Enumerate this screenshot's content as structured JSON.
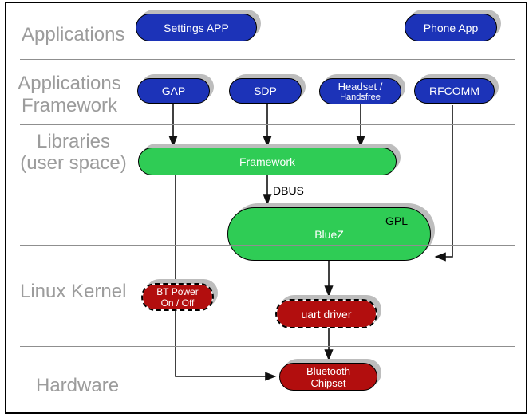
{
  "layers": {
    "applications": "Applications",
    "applications_framework_line1": "Applications",
    "applications_framework_line2": "Framework",
    "libraries_line1": "Libraries",
    "libraries_line2": "(user space)",
    "linux_kernel": "Linux Kernel",
    "hardware": "Hardware"
  },
  "nodes": {
    "settings_app": {
      "label": "Settings APP"
    },
    "phone_app": {
      "label": "Phone App"
    },
    "gap": {
      "label": "GAP"
    },
    "sdp": {
      "label": "SDP"
    },
    "headset": {
      "line1": "Headset /",
      "line2": "Handsfree"
    },
    "rfcomm": {
      "label": "RFCOMM"
    },
    "framework": {
      "label": "Framework"
    },
    "bluez": {
      "label": "BlueZ",
      "badge": "GPL"
    },
    "bt_power": {
      "line1": "BT Power",
      "line2": "On / Off"
    },
    "uart_driver": {
      "label": "uart driver"
    },
    "bluetooth_chipset": {
      "line1": "Bluetooth",
      "line2": "Chipset"
    }
  },
  "connections": {
    "dbus_label": "DBUS"
  },
  "colors": {
    "app_blue": "#1c33b8",
    "lib_green": "#2fcc55",
    "kernel_red": "#b20e0e",
    "layer_label_gray": "#9c9c9c",
    "divider_gray": "#8f8f8f",
    "shadow_gray": "#bdbdbd",
    "text_white": "#ffffff"
  }
}
